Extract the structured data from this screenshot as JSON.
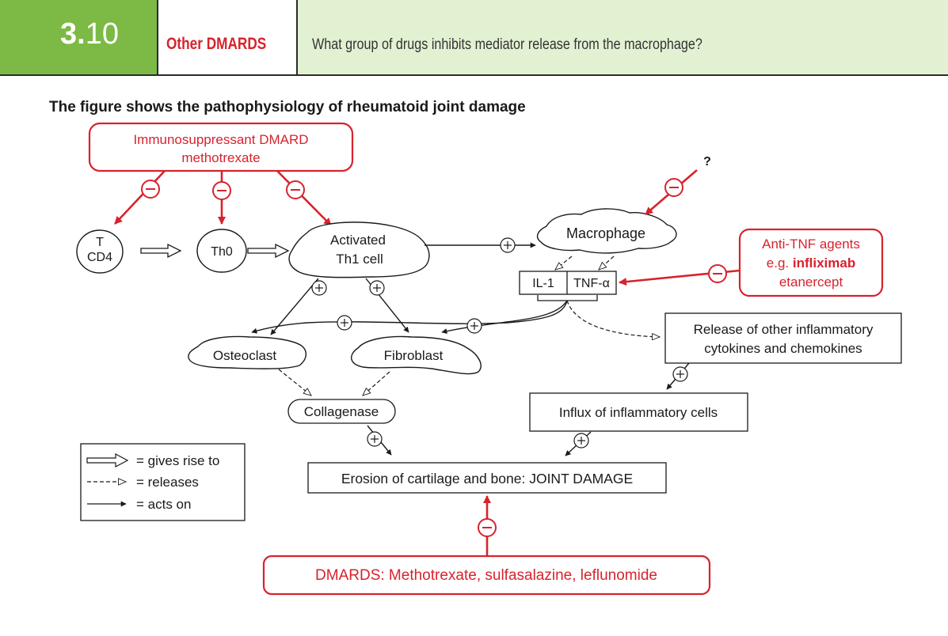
{
  "header": {
    "number_bold": "3.",
    "number_rest": "10",
    "topic": "Other DMARDS",
    "question": "What group of drugs inhibits mediator release from the macrophage?"
  },
  "caption": "The figure shows the pathophysiology of rheumatoid joint damage",
  "nodes": {
    "immunosuppressant_line1": "Immunosuppressant DMARD",
    "immunosuppressant_line2": "methotrexate",
    "t_cd4_line1": "T",
    "t_cd4_line2": "CD4",
    "th0": "Th0",
    "activated_line1": "Activated",
    "activated_line2": "Th1 cell",
    "macrophage": "Macrophage",
    "question_mark": "?",
    "il1": "IL-1",
    "tnf": "TNF-α",
    "anti_tnf_line1": "Anti-TNF agents",
    "anti_tnf_line2_prefix": "e.g. ",
    "anti_tnf_line2_bold": "infliximab",
    "anti_tnf_line3": "etanercept",
    "osteoclast": "Osteoclast",
    "fibroblast": "Fibroblast",
    "release_line1": "Release of other inflammatory",
    "release_line2": "cytokines and chemokines",
    "collagenase": "Collagenase",
    "influx": "Influx of inflammatory cells",
    "erosion": "Erosion of cartilage and bone: JOINT DAMAGE",
    "dmards": "DMARDS: Methotrexate, sulfasalazine, leflunomide"
  },
  "legend": {
    "gives_rise_to": "= gives rise to",
    "releases": "= releases",
    "acts_on": "= acts on"
  },
  "colors": {
    "header_bg": "#e3f1d3",
    "number_bg": "#7cba45",
    "accent_red": "#d7232d",
    "ink": "#1a1a1a"
  }
}
